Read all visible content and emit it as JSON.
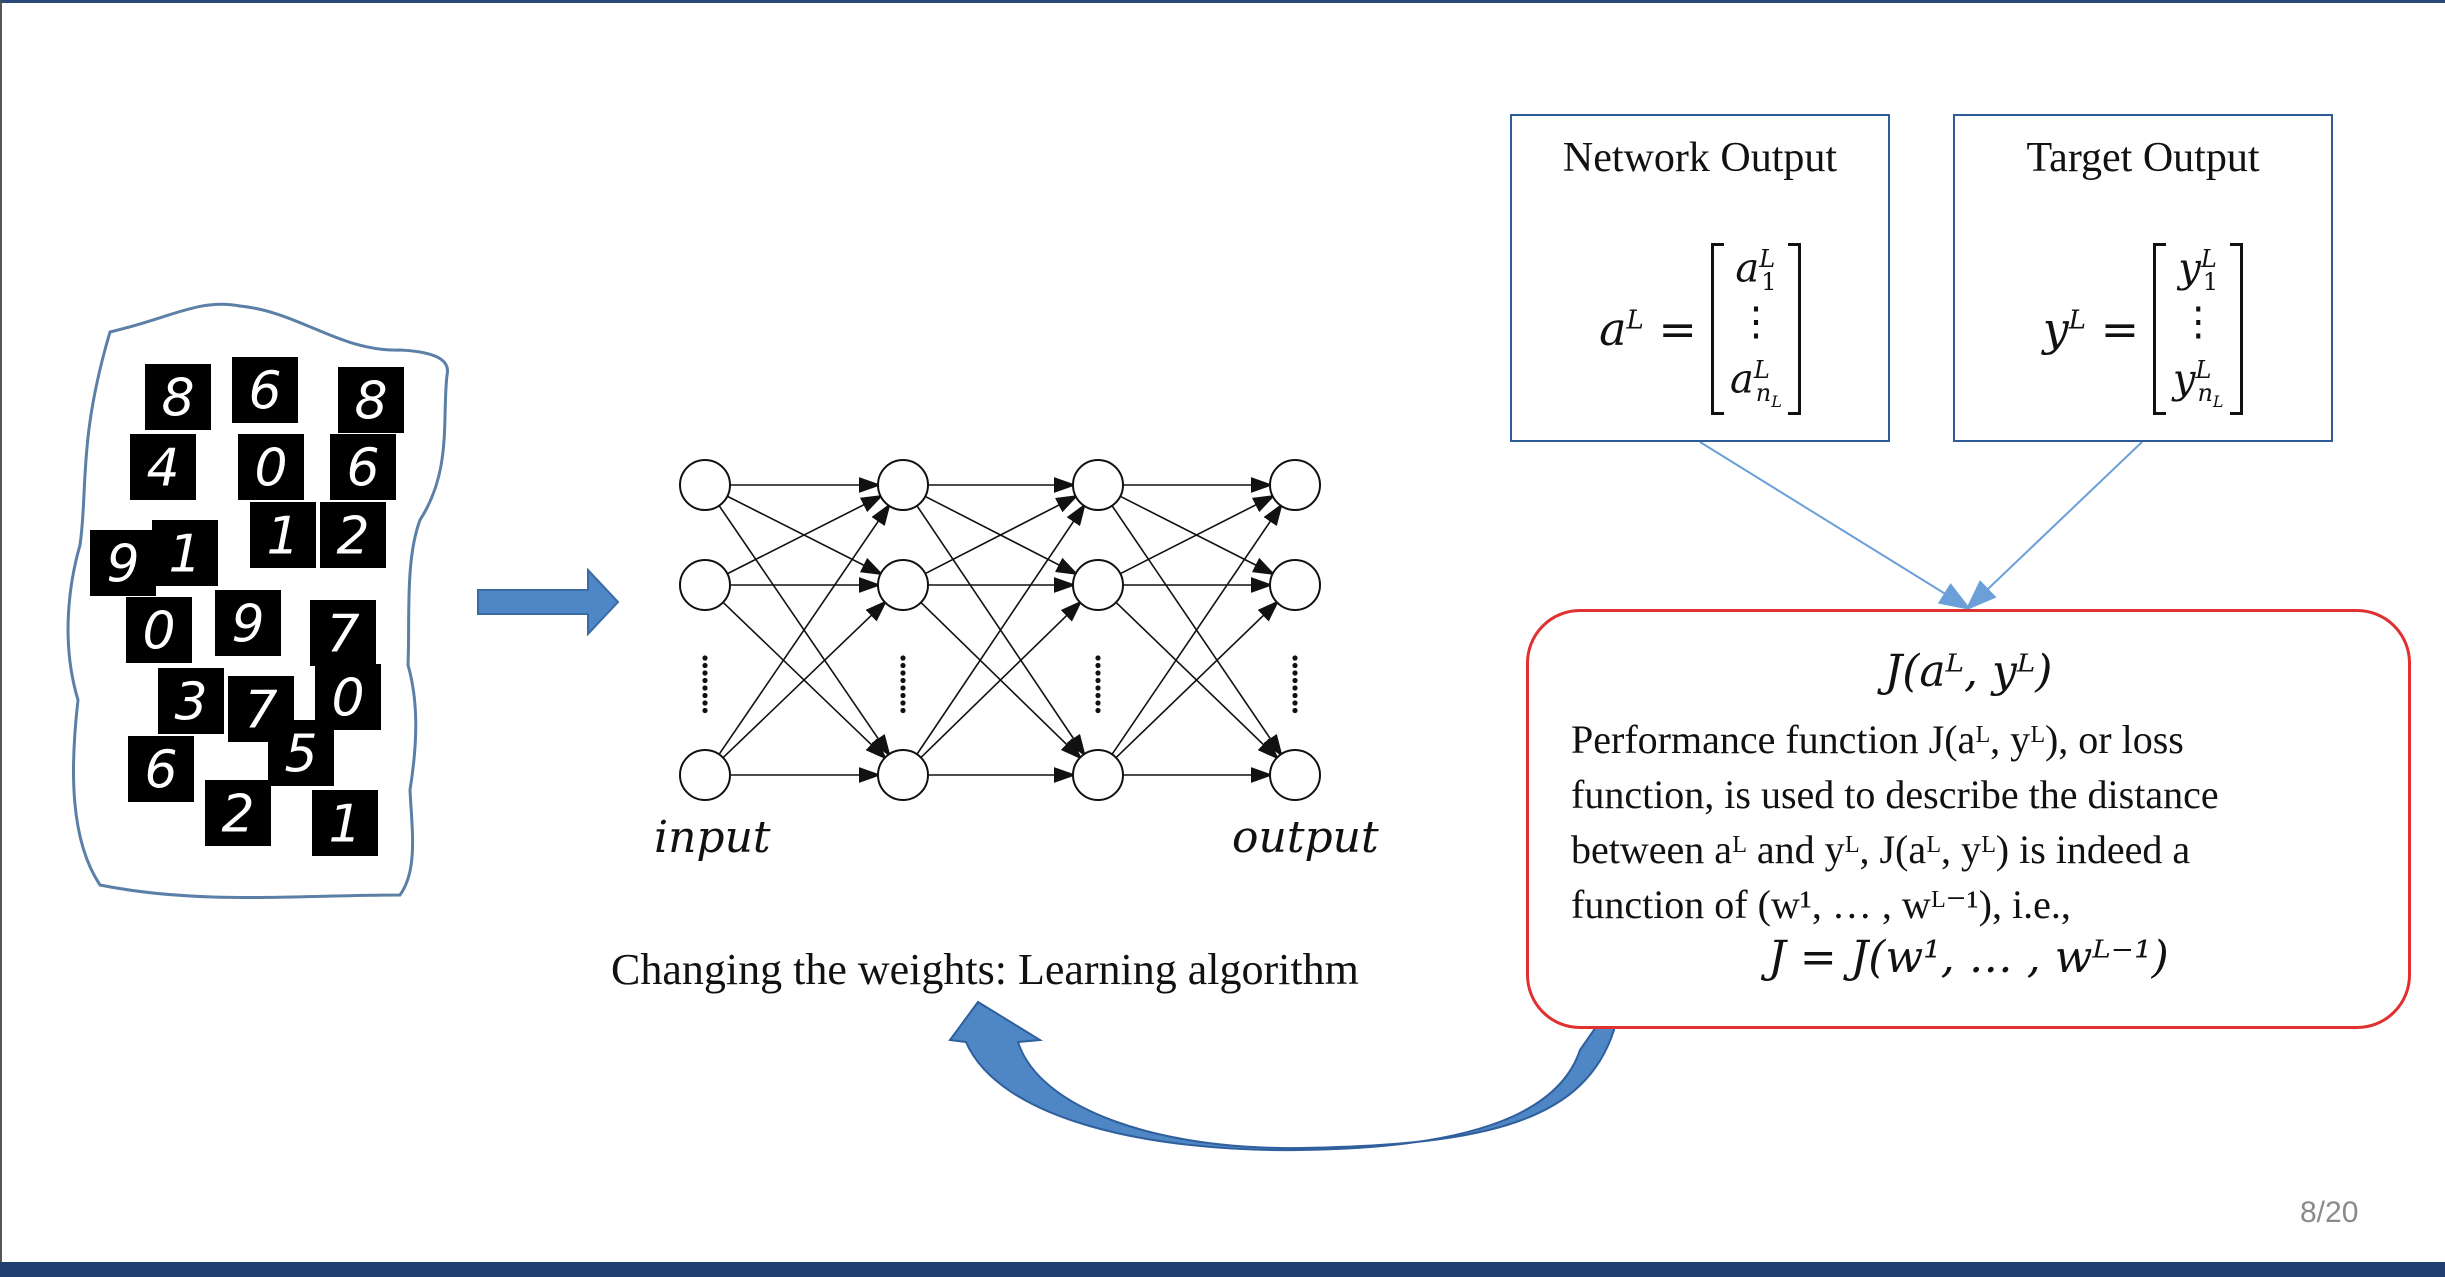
{
  "diagram": {
    "neural_network": {
      "input_label": "input",
      "output_label": "output",
      "layers": 4,
      "visible_nodes_per_layer": 3
    },
    "learning_caption": "Changing the weights: Learning algorithm",
    "network_output_box": {
      "title": "Network Output",
      "lhs": "a",
      "lhs_sup": "L",
      "first": "a",
      "first_sub": "1",
      "first_sup": "L",
      "dots": "⋮",
      "last": "a",
      "last_sub": "n",
      "last_sub_sub": "L",
      "last_sup": "L"
    },
    "target_output_box": {
      "title": "Target Output",
      "lhs": "y",
      "lhs_sup": "L",
      "first": "y",
      "first_sub": "1",
      "first_sup": "L",
      "dots": "⋮",
      "last": "y",
      "last_sub": "n",
      "last_sub_sub": "L",
      "last_sup": "L"
    },
    "loss_box": {
      "title": "J(aᴸ, yᴸ)",
      "description_line1": "Performance function J(aᴸ, yᴸ), or loss",
      "description_line2": "function, is used to describe the distance",
      "description_line3": "between aᴸ and yᴸ, J(aᴸ, yᴸ) is indeed a",
      "description_line4": "function of (w¹, … , wᴸ⁻¹), i.e.,",
      "equation": "J = J(w¹, … , wᴸ⁻¹)"
    },
    "mnist_digits": [
      "8",
      "6",
      "8",
      "4",
      "0",
      "6",
      "9",
      "1",
      "1",
      "2",
      "0",
      "9",
      "7",
      "3",
      "7",
      "0",
      "6",
      "5",
      "2",
      "1"
    ]
  },
  "colors": {
    "arrow_blue": "#4f86c6",
    "box_border_blue": "#2e5c99",
    "loss_border_red": "#e03030",
    "connector_blue": "#6a9fd8",
    "footer_navy": "#1f3f6e"
  },
  "page_number": "8/20"
}
